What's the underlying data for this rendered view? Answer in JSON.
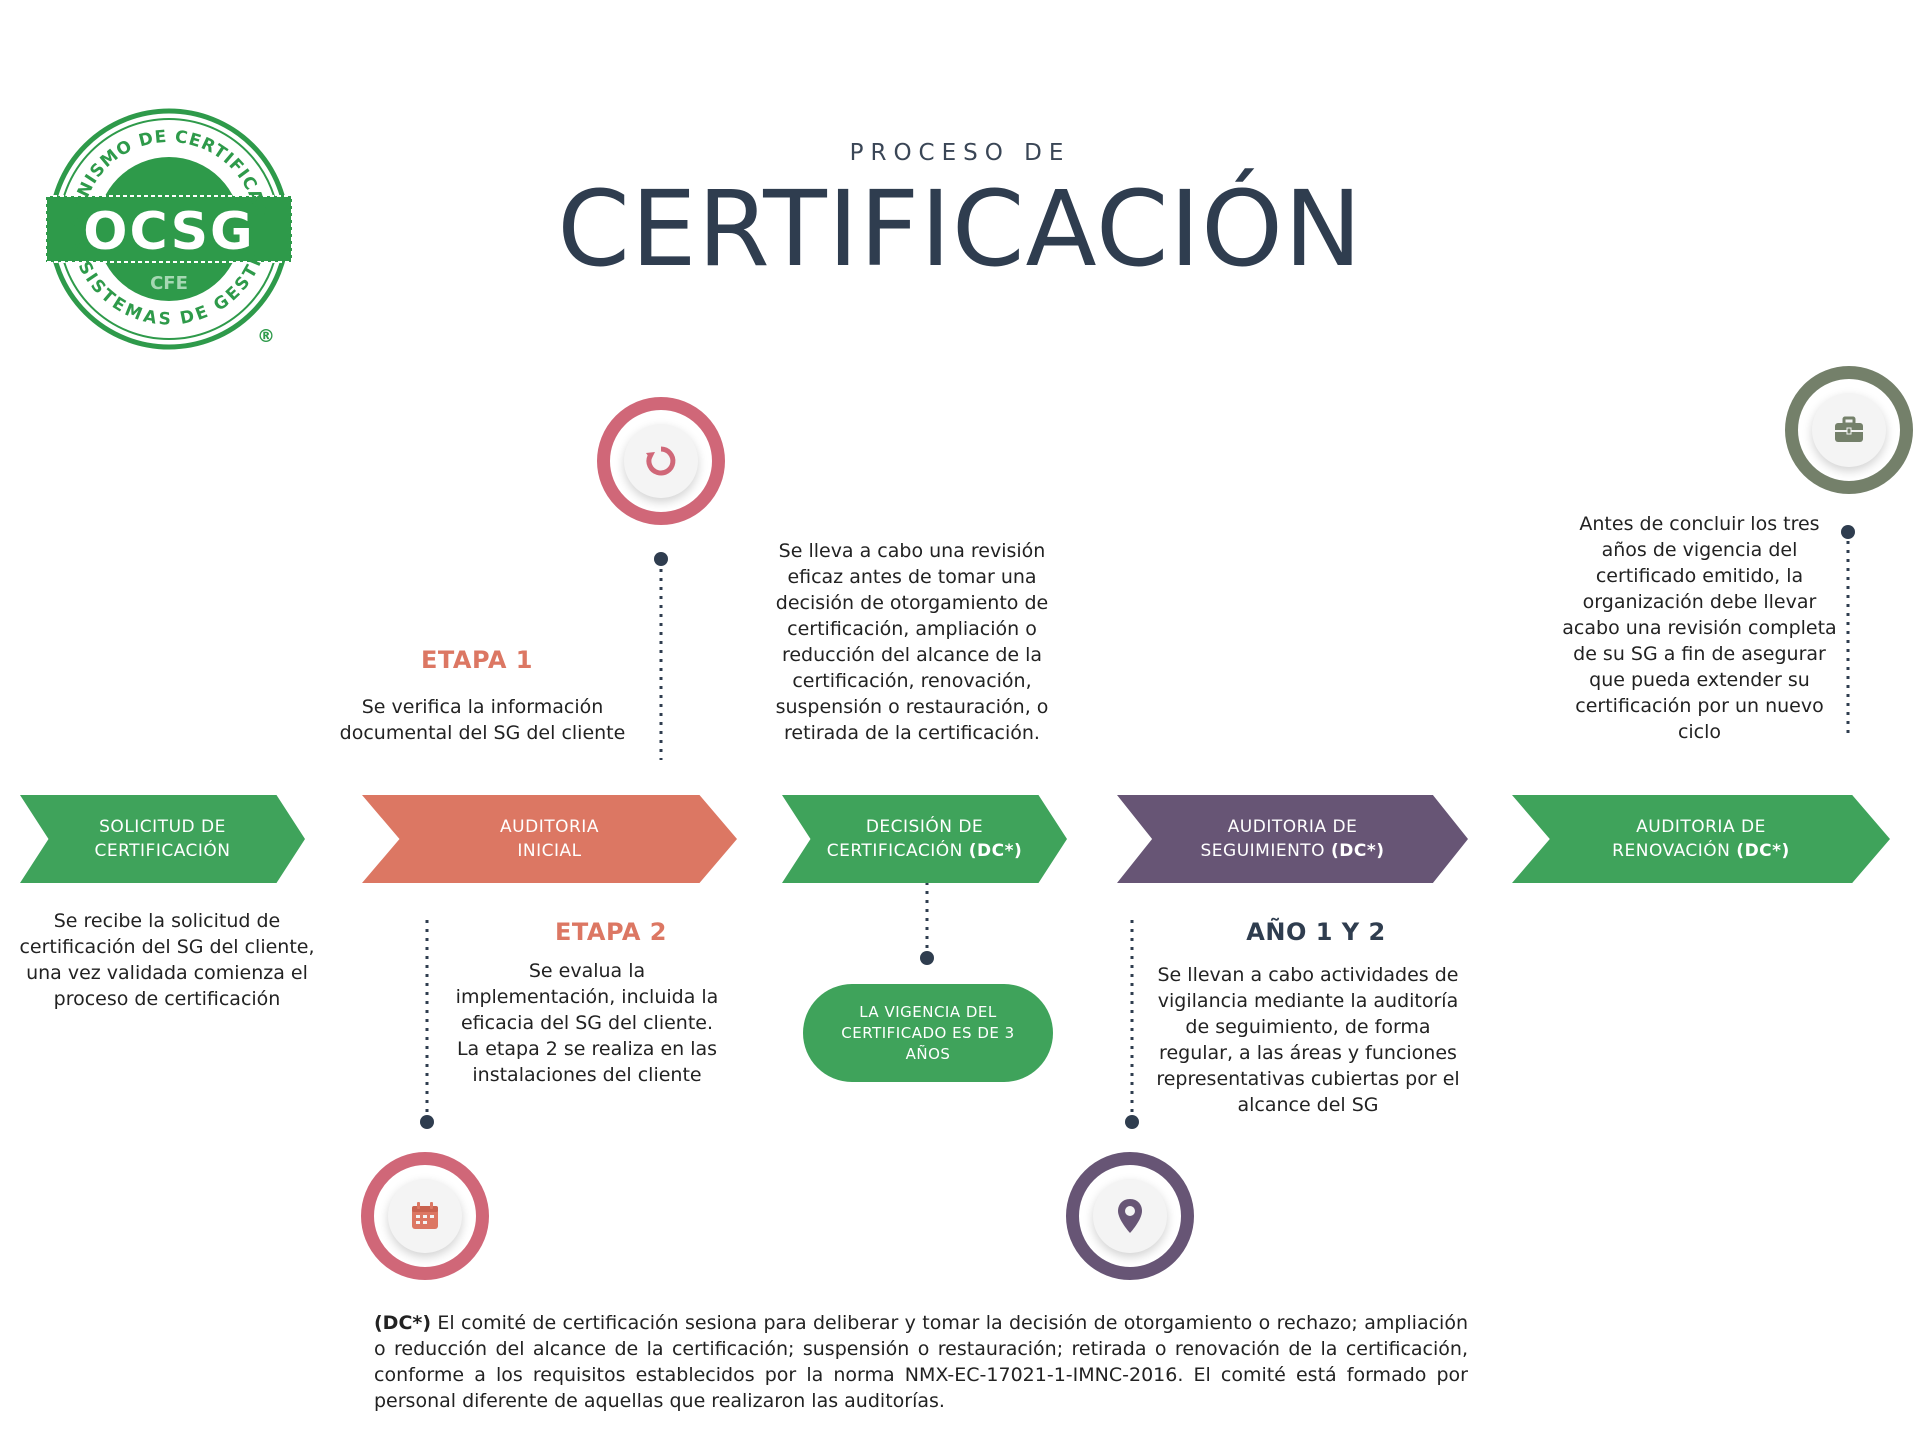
{
  "header": {
    "subtitle": "PROCESO DE",
    "title": "CERTIFICACIÓN"
  },
  "logo": {
    "top_arc": "ORGANISMO DE CERTIFICACIÓN",
    "bottom_arc": "DE SISTEMAS DE GESTIÓN",
    "main": "OCSG",
    "small": "CFE",
    "registered": "®",
    "color": "#2e9a4a"
  },
  "colors": {
    "green": "#3fa35b",
    "salmon": "#dc7763",
    "purple": "#675575",
    "rose": "#d06778",
    "olive": "#74806a",
    "dark": "#2f3d4f"
  },
  "steps": [
    {
      "line1": "SOLICITUD DE",
      "line2": "CERTIFICACIÓN",
      "tag": ""
    },
    {
      "line1": "AUDITORIA",
      "line2": "INICIAL",
      "tag": ""
    },
    {
      "line1": "DECISIÓN DE",
      "line2": "CERTIFICACIÓN",
      "tag": "(DC*)"
    },
    {
      "line1": "AUDITORIA DE",
      "line2": "SEGUIMIENTO",
      "tag": "(DC*)"
    },
    {
      "line1": "AUDITORIA DE",
      "line2": "RENOVACIÓN",
      "tag": "(DC*)"
    }
  ],
  "blocks": {
    "solicitud_desc": "Se recibe la solicitud de certificación del SG del cliente, una vez validada comienza el proceso de certificación",
    "etapa1_title": "ETAPA 1",
    "etapa1_desc": "Se verifica la información documental del SG del cliente",
    "etapa2_title": "ETAPA 2",
    "etapa2_desc": "Se evalua la implementación, incluida la eficacia del SG del cliente. La etapa 2 se realiza en las instalaciones del cliente",
    "decision_desc": "Se lleva a cabo una revisión eficaz antes de tomar una decisión de otorgamiento de certificación, ampliación o reducción del alcance de la certificación, renovación, suspensión o restauración, o retirada de la certificación.",
    "vigencia": "LA VIGENCIA DEL CERTIFICADO ES DE 3 AÑOS",
    "anio_title": "AÑO 1 Y 2",
    "anio_desc": "Se llevan a cabo actividades de vigilancia mediante la auditoría de seguimiento, de forma regular, a las áreas y funciones representativas cubiertas por el alcance del SG",
    "renovacion_desc": "Antes de concluir los tres años de vigencia del certificado emitido, la organización debe llevar acabo una revisión completa de su SG a fin de asegurar que pueda extender su certificación por un nuevo ciclo"
  },
  "footnote": {
    "label": "(DC*)",
    "text": " El comité de certificación sesiona para deliberar y tomar la decisión de otorgamiento o rechazo; ampliación o reducción del alcance de la certificación; suspensión o restauración; retirada o renovación de la certificación, conforme a los requisitos establecidos por la norma NMX-EC-17021-1-IMNC-2016. El comité está formado por personal diferente de aquellas que realizaron las auditorías."
  },
  "icons": {
    "etapa1": "circle-arrows-icon",
    "etapa2": "calendar-icon",
    "seguimiento": "map-pin-icon",
    "renovacion": "briefcase-icon"
  }
}
